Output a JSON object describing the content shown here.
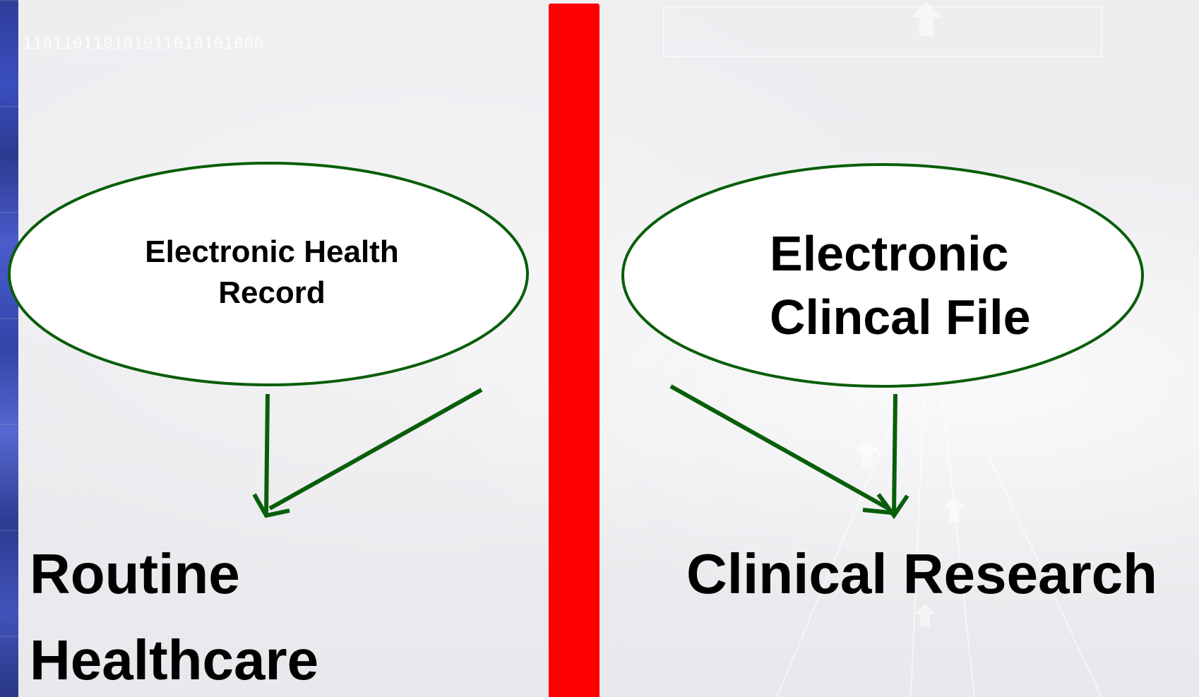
{
  "background": {
    "binary_text": "110110110101011010101000"
  },
  "colors": {
    "divider": "#ff0000",
    "diagram_stroke": "#0a5e0a",
    "strip": "#3a4fbf"
  },
  "left_side": {
    "node_label": "Electronic Health Record",
    "target_lines": [
      "Routine",
      "Healthcare"
    ]
  },
  "right_side": {
    "node_lines": [
      "Electronic",
      "Clincal File"
    ],
    "target_label": "Clinical Research"
  }
}
